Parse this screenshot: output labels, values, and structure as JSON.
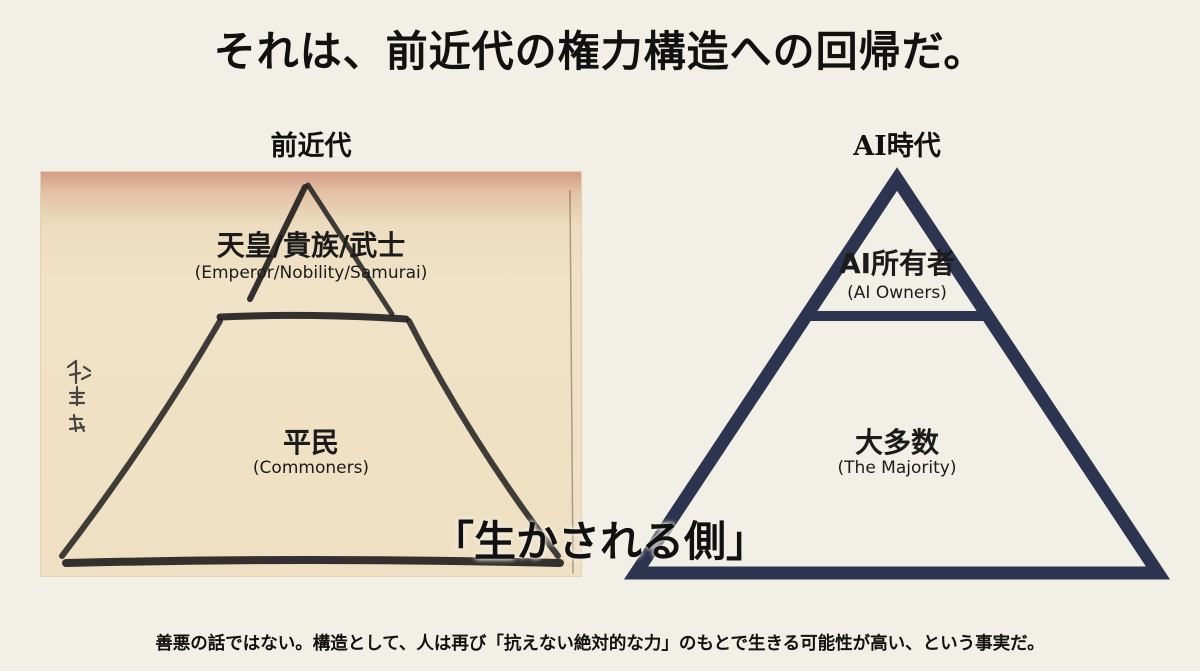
{
  "slide": {
    "title": "それは、前近代の権力構造への回帰だ。",
    "left": {
      "label": "前近代",
      "top_label": "天皇/貴族/武士",
      "top_sub": "(Emperor/Nobility/Samurai)",
      "bottom_label": "平民",
      "bottom_sub": "(Commoners)"
    },
    "right": {
      "label": "AI時代",
      "top_label": "AI所有者",
      "top_sub": "(AI Owners)",
      "bottom_label": "大多数",
      "bottom_sub": "(The Majority)"
    },
    "subtitle": "「生かされる側」",
    "caption": "善悪の話ではない。構造として、人は再び「抗えない絶対的な力」のもとで生きる可能性が高い、という事実だ。"
  },
  "colors": {
    "background": "#f2efe6",
    "pyramid_navy": "#2c3450",
    "ink": "#1e1e1e"
  }
}
